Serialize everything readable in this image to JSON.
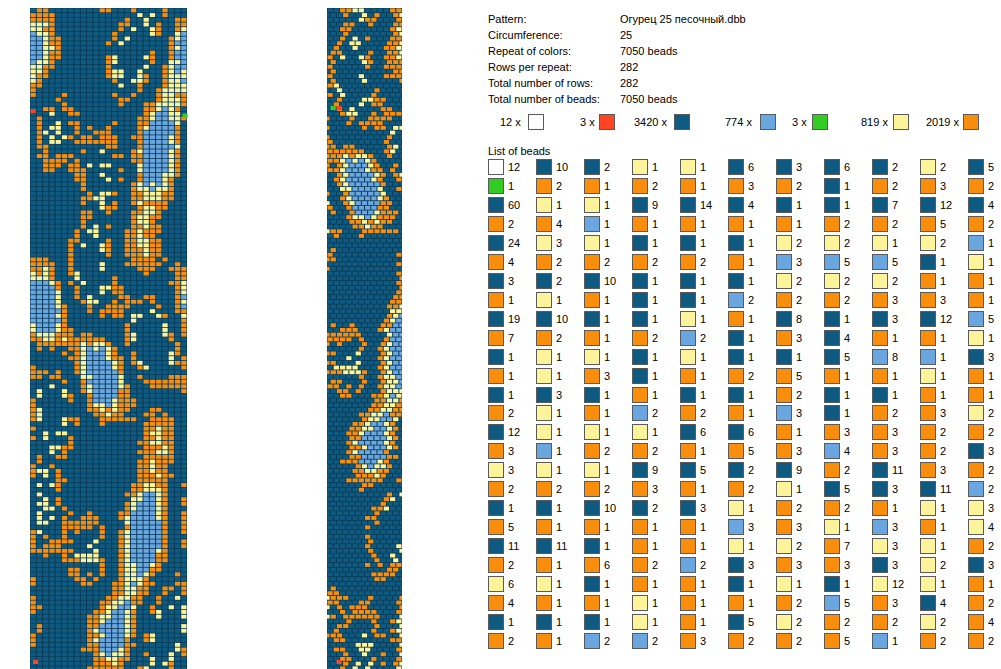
{
  "diagram": {
    "labels": [
      "Pattern:",
      "Огурец 25 песочный.dbb",
      "Circumference:",
      "25",
      "Repeat of colors:",
      "7050 beads",
      "Rows per repeat:",
      "282",
      "Total number of rows:",
      "282",
      "Total number of beads:",
      "7050 beads",
      "List of beads"
    ],
    "legend": [
      {
        "text": "12 x",
        "color": "#ffffff"
      },
      {
        "text": "3 x",
        "color": "#ff4422"
      },
      {
        "text": "3420 x",
        "color": "#0e5a80"
      },
      {
        "text": "774 x",
        "color": "#6aa6e0"
      },
      {
        "text": "3 x",
        "color": "#33cc22"
      },
      {
        "text": "819 x",
        "color": "#fdf39a"
      },
      {
        "text": "2019 x",
        "color": "#f98e0c"
      },
      {
        "text": "12",
        "color": "#ffffff"
      },
      {
        "text": "1",
        "color": "#33cc22"
      },
      {
        "text": "60",
        "color": "#0e5a80"
      },
      {
        "text": "2",
        "color": "#f98e0c"
      },
      {
        "text": "24",
        "color": "#0e5a80"
      },
      {
        "text": "4",
        "color": "#f98e0c"
      },
      {
        "text": "3",
        "color": "#0e5a80"
      },
      {
        "text": "1",
        "color": "#f98e0c"
      },
      {
        "text": "19",
        "color": "#0e5a80"
      },
      {
        "text": "7",
        "color": "#f98e0c"
      },
      {
        "text": "1",
        "color": "#0e5a80"
      },
      {
        "text": "1",
        "color": "#f98e0c"
      },
      {
        "text": "1",
        "color": "#0e5a80"
      },
      {
        "text": "2",
        "color": "#f98e0c"
      },
      {
        "text": "12",
        "color": "#0e5a80"
      },
      {
        "text": "3",
        "color": "#f98e0c"
      },
      {
        "text": "3",
        "color": "#fdf39a"
      },
      {
        "text": "2",
        "color": "#f98e0c"
      },
      {
        "text": "1",
        "color": "#0e5a80"
      },
      {
        "text": "5",
        "color": "#f98e0c"
      },
      {
        "text": "11",
        "color": "#0e5a80"
      },
      {
        "text": "2",
        "color": "#f98e0c"
      },
      {
        "text": "6",
        "color": "#fdf39a"
      },
      {
        "text": "4",
        "color": "#f98e0c"
      },
      {
        "text": "1",
        "color": "#0e5a80"
      },
      {
        "text": "2",
        "color": "#f98e0c"
      },
      {
        "text": "10",
        "color": "#0e5a80"
      },
      {
        "text": "2",
        "color": "#f98e0c"
      },
      {
        "text": "1",
        "color": "#fdf39a"
      },
      {
        "text": "4",
        "color": "#f98e0c"
      },
      {
        "text": "3",
        "color": "#fdf39a"
      },
      {
        "text": "2",
        "color": "#f98e0c"
      },
      {
        "text": "2",
        "color": "#0e5a80"
      },
      {
        "text": "1",
        "color": "#fdf39a"
      },
      {
        "text": "10",
        "color": "#0e5a80"
      },
      {
        "text": "2",
        "color": "#f98e0c"
      },
      {
        "text": "1",
        "color": "#fdf39a"
      },
      {
        "text": "1",
        "color": "#fdf39a"
      },
      {
        "text": "3",
        "color": "#0e5a80"
      },
      {
        "text": "1",
        "color": "#fdf39a"
      },
      {
        "text": "1",
        "color": "#fdf39a"
      },
      {
        "text": "1",
        "color": "#6aa6e0"
      },
      {
        "text": "1",
        "color": "#fdf39a"
      },
      {
        "text": "2",
        "color": "#f98e0c"
      },
      {
        "text": "1",
        "color": "#0e5a80"
      },
      {
        "text": "1",
        "color": "#f98e0c"
      },
      {
        "text": "11",
        "color": "#0e5a80"
      },
      {
        "text": "1",
        "color": "#f98e0c"
      },
      {
        "text": "1",
        "color": "#fdf39a"
      },
      {
        "text": "1",
        "color": "#f98e0c"
      },
      {
        "text": "1",
        "color": "#0e5a80"
      },
      {
        "text": "1",
        "color": "#f98e0c"
      },
      {
        "text": "2",
        "color": "#0e5a80"
      },
      {
        "text": "1",
        "color": "#f98e0c"
      },
      {
        "text": "1",
        "color": "#fdf39a"
      },
      {
        "text": "1",
        "color": "#6aa6e0"
      },
      {
        "text": "1",
        "color": "#fdf39a"
      },
      {
        "text": "2",
        "color": "#f98e0c"
      },
      {
        "text": "10",
        "color": "#0e5a80"
      },
      {
        "text": "1",
        "color": "#f98e0c"
      },
      {
        "text": "1",
        "color": "#0e5a80"
      },
      {
        "text": "1",
        "color": "#f98e0c"
      },
      {
        "text": "1",
        "color": "#fdf39a"
      },
      {
        "text": "3",
        "color": "#f98e0c"
      },
      {
        "text": "1",
        "color": "#0e5a80"
      },
      {
        "text": "1",
        "color": "#f98e0c"
      },
      {
        "text": "1",
        "color": "#fdf39a"
      },
      {
        "text": "2",
        "color": "#f98e0c"
      },
      {
        "text": "1",
        "color": "#fdf39a"
      },
      {
        "text": "2",
        "color": "#f98e0c"
      },
      {
        "text": "10",
        "color": "#0e5a80"
      },
      {
        "text": "1",
        "color": "#f98e0c"
      },
      {
        "text": "1",
        "color": "#0e5a80"
      },
      {
        "text": "6",
        "color": "#f98e0c"
      },
      {
        "text": "1",
        "color": "#0e5a80"
      },
      {
        "text": "1",
        "color": "#f98e0c"
      },
      {
        "text": "1",
        "color": "#0e5a80"
      },
      {
        "text": "2",
        "color": "#6aa6e0"
      },
      {
        "text": "1",
        "color": "#fdf39a"
      },
      {
        "text": "2",
        "color": "#f98e0c"
      },
      {
        "text": "9",
        "color": "#0e5a80"
      },
      {
        "text": "1",
        "color": "#f98e0c"
      },
      {
        "text": "1",
        "color": "#0e5a80"
      },
      {
        "text": "2",
        "color": "#f98e0c"
      },
      {
        "text": "1",
        "color": "#0e5a80"
      },
      {
        "text": "1",
        "color": "#0e5a80"
      },
      {
        "text": "1",
        "color": "#0e5a80"
      },
      {
        "text": "2",
        "color": "#f98e0c"
      },
      {
        "text": "1",
        "color": "#0e5a80"
      },
      {
        "text": "1",
        "color": "#0e5a80"
      },
      {
        "text": "1",
        "color": "#f98e0c"
      },
      {
        "text": "2",
        "color": "#6aa6e0"
      },
      {
        "text": "1",
        "color": "#fdf39a"
      },
      {
        "text": "2",
        "color": "#f98e0c"
      },
      {
        "text": "9",
        "color": "#0e5a80"
      },
      {
        "text": "3",
        "color": "#f98e0c"
      },
      {
        "text": "2",
        "color": "#0e5a80"
      },
      {
        "text": "1",
        "color": "#f98e0c"
      },
      {
        "text": "1",
        "color": "#f98e0c"
      },
      {
        "text": "2",
        "color": "#f98e0c"
      },
      {
        "text": "1",
        "color": "#f98e0c"
      },
      {
        "text": "1",
        "color": "#fdf39a"
      },
      {
        "text": "1",
        "color": "#fdf39a"
      },
      {
        "text": "2",
        "color": "#6aa6e0"
      },
      {
        "text": "1",
        "color": "#fdf39a"
      },
      {
        "text": "1",
        "color": "#f98e0c"
      },
      {
        "text": "14",
        "color": "#0e5a80"
      },
      {
        "text": "1",
        "color": "#f98e0c"
      },
      {
        "text": "1",
        "color": "#0e5a80"
      },
      {
        "text": "2",
        "color": "#f98e0c"
      },
      {
        "text": "1",
        "color": "#0e5a80"
      },
      {
        "text": "1",
        "color": "#0e5a80"
      },
      {
        "text": "1",
        "color": "#fdf39a"
      },
      {
        "text": "2",
        "color": "#6aa6e0"
      },
      {
        "text": "1",
        "color": "#fdf39a"
      },
      {
        "text": "1",
        "color": "#f98e0c"
      },
      {
        "text": "1",
        "color": "#0e5a80"
      },
      {
        "text": "2",
        "color": "#f98e0c"
      },
      {
        "text": "6",
        "color": "#0e5a80"
      },
      {
        "text": "1",
        "color": "#f98e0c"
      },
      {
        "text": "5",
        "color": "#0e5a80"
      },
      {
        "text": "1",
        "color": "#f98e0c"
      },
      {
        "text": "3",
        "color": "#0e5a80"
      },
      {
        "text": "1",
        "color": "#f98e0c"
      },
      {
        "text": "1",
        "color": "#f98e0c"
      },
      {
        "text": "2",
        "color": "#6aa6e0"
      },
      {
        "text": "1",
        "color": "#f98e0c"
      },
      {
        "text": "1",
        "color": "#f98e0c"
      },
      {
        "text": "1",
        "color": "#f98e0c"
      },
      {
        "text": "3",
        "color": "#f98e0c"
      },
      {
        "text": "6",
        "color": "#0e5a80"
      },
      {
        "text": "3",
        "color": "#f98e0c"
      },
      {
        "text": "4",
        "color": "#0e5a80"
      },
      {
        "text": "1",
        "color": "#f98e0c"
      },
      {
        "text": "1",
        "color": "#0e5a80"
      },
      {
        "text": "1",
        "color": "#f98e0c"
      },
      {
        "text": "1",
        "color": "#0e5a80"
      },
      {
        "text": "2",
        "color": "#6aa6e0"
      },
      {
        "text": "1",
        "color": "#f98e0c"
      },
      {
        "text": "1",
        "color": "#0e5a80"
      },
      {
        "text": "1",
        "color": "#0e5a80"
      },
      {
        "text": "2",
        "color": "#f98e0c"
      },
      {
        "text": "1",
        "color": "#0e5a80"
      },
      {
        "text": "1",
        "color": "#f98e0c"
      },
      {
        "text": "6",
        "color": "#0e5a80"
      },
      {
        "text": "5",
        "color": "#f98e0c"
      },
      {
        "text": "2",
        "color": "#0e5a80"
      },
      {
        "text": "2",
        "color": "#f98e0c"
      },
      {
        "text": "1",
        "color": "#fdf39a"
      },
      {
        "text": "3",
        "color": "#6aa6e0"
      },
      {
        "text": "1",
        "color": "#fdf39a"
      },
      {
        "text": "3",
        "color": "#0e5a80"
      },
      {
        "text": "1",
        "color": "#0e5a80"
      },
      {
        "text": "1",
        "color": "#f98e0c"
      },
      {
        "text": "5",
        "color": "#0e5a80"
      },
      {
        "text": "2",
        "color": "#f98e0c"
      },
      {
        "text": "3",
        "color": "#0e5a80"
      },
      {
        "text": "2",
        "color": "#f98e0c"
      },
      {
        "text": "1",
        "color": "#0e5a80"
      },
      {
        "text": "1",
        "color": "#f98e0c"
      },
      {
        "text": "2",
        "color": "#fdf39a"
      },
      {
        "text": "3",
        "color": "#6aa6e0"
      },
      {
        "text": "2",
        "color": "#fdf39a"
      },
      {
        "text": "2",
        "color": "#f98e0c"
      },
      {
        "text": "8",
        "color": "#0e5a80"
      },
      {
        "text": "3",
        "color": "#f98e0c"
      },
      {
        "text": "1",
        "color": "#0e5a80"
      },
      {
        "text": "5",
        "color": "#f98e0c"
      },
      {
        "text": "2",
        "color": "#f98e0c"
      },
      {
        "text": "3",
        "color": "#6aa6e0"
      },
      {
        "text": "1",
        "color": "#f98e0c"
      },
      {
        "text": "3",
        "color": "#f98e0c"
      },
      {
        "text": "9",
        "color": "#0e5a80"
      },
      {
        "text": "1",
        "color": "#fdf39a"
      },
      {
        "text": "2",
        "color": "#f98e0c"
      },
      {
        "text": "3",
        "color": "#f98e0c"
      },
      {
        "text": "2",
        "color": "#fdf39a"
      },
      {
        "text": "3",
        "color": "#f98e0c"
      },
      {
        "text": "1",
        "color": "#fdf39a"
      },
      {
        "text": "2",
        "color": "#f98e0c"
      },
      {
        "text": "2",
        "color": "#fdf39a"
      },
      {
        "text": "2",
        "color": "#f98e0c"
      },
      {
        "text": "6",
        "color": "#0e5a80"
      },
      {
        "text": "1",
        "color": "#0e5a80"
      },
      {
        "text": "1",
        "color": "#0e5a80"
      },
      {
        "text": "2",
        "color": "#f98e0c"
      },
      {
        "text": "2",
        "color": "#fdf39a"
      },
      {
        "text": "5",
        "color": "#6aa6e0"
      },
      {
        "text": "2",
        "color": "#fdf39a"
      },
      {
        "text": "2",
        "color": "#f98e0c"
      },
      {
        "text": "1",
        "color": "#0e5a80"
      },
      {
        "text": "4",
        "color": "#0e5a80"
      },
      {
        "text": "5",
        "color": "#0e5a80"
      },
      {
        "text": "1",
        "color": "#f98e0c"
      },
      {
        "text": "1",
        "color": "#0e5a80"
      },
      {
        "text": "1",
        "color": "#0e5a80"
      },
      {
        "text": "3",
        "color": "#f98e0c"
      },
      {
        "text": "4",
        "color": "#6aa6e0"
      },
      {
        "text": "2",
        "color": "#f98e0c"
      },
      {
        "text": "5",
        "color": "#0e5a80"
      },
      {
        "text": "2",
        "color": "#f98e0c"
      },
      {
        "text": "1",
        "color": "#fdf39a"
      },
      {
        "text": "7",
        "color": "#f98e0c"
      },
      {
        "text": "3",
        "color": "#f98e0c"
      },
      {
        "text": "1",
        "color": "#0e5a80"
      },
      {
        "text": "5",
        "color": "#6aa6e0"
      },
      {
        "text": "2",
        "color": "#f98e0c"
      },
      {
        "text": "5",
        "color": "#f98e0c"
      },
      {
        "text": "2",
        "color": "#0e5a80"
      },
      {
        "text": "2",
        "color": "#f98e0c"
      },
      {
        "text": "7",
        "color": "#0e5a80"
      },
      {
        "text": "2",
        "color": "#f98e0c"
      },
      {
        "text": "1",
        "color": "#fdf39a"
      },
      {
        "text": "5",
        "color": "#6aa6e0"
      },
      {
        "text": "2",
        "color": "#fdf39a"
      },
      {
        "text": "3",
        "color": "#f98e0c"
      },
      {
        "text": "3",
        "color": "#0e5a80"
      },
      {
        "text": "1",
        "color": "#f98e0c"
      },
      {
        "text": "8",
        "color": "#6aa6e0"
      },
      {
        "text": "1",
        "color": "#f98e0c"
      },
      {
        "text": "1",
        "color": "#0e5a80"
      },
      {
        "text": "2",
        "color": "#f98e0c"
      },
      {
        "text": "3",
        "color": "#f98e0c"
      },
      {
        "text": "3",
        "color": "#f98e0c"
      },
      {
        "text": "11",
        "color": "#0e5a80"
      },
      {
        "text": "3",
        "color": "#0e5a80"
      },
      {
        "text": "1",
        "color": "#f98e0c"
      },
      {
        "text": "3",
        "color": "#6aa6e0"
      },
      {
        "text": "3",
        "color": "#fdf39a"
      },
      {
        "text": "3",
        "color": "#0e5a80"
      },
      {
        "text": "12",
        "color": "#fdf39a"
      },
      {
        "text": "3",
        "color": "#f98e0c"
      },
      {
        "text": "2",
        "color": "#f98e0c"
      },
      {
        "text": "1",
        "color": "#6aa6e0"
      },
      {
        "text": "2",
        "color": "#fdf39a"
      },
      {
        "text": "3",
        "color": "#f98e0c"
      },
      {
        "text": "12",
        "color": "#0e5a80"
      },
      {
        "text": "5",
        "color": "#f98e0c"
      },
      {
        "text": "2",
        "color": "#fdf39a"
      },
      {
        "text": "1",
        "color": "#0e5a80"
      },
      {
        "text": "1",
        "color": "#f98e0c"
      },
      {
        "text": "3",
        "color": "#f98e0c"
      },
      {
        "text": "12",
        "color": "#0e5a80"
      },
      {
        "text": "1",
        "color": "#f98e0c"
      },
      {
        "text": "1",
        "color": "#6aa6e0"
      },
      {
        "text": "1",
        "color": "#fdf39a"
      },
      {
        "text": "1",
        "color": "#f98e0c"
      },
      {
        "text": "3",
        "color": "#f98e0c"
      },
      {
        "text": "2",
        "color": "#f98e0c"
      },
      {
        "text": "2",
        "color": "#f98e0c"
      },
      {
        "text": "3",
        "color": "#f98e0c"
      },
      {
        "text": "11",
        "color": "#0e5a80"
      },
      {
        "text": "1",
        "color": "#fdf39a"
      },
      {
        "text": "1",
        "color": "#f98e0c"
      },
      {
        "text": "1",
        "color": "#fdf39a"
      },
      {
        "text": "2",
        "color": "#fdf39a"
      },
      {
        "text": "1",
        "color": "#fdf39a"
      },
      {
        "text": "4",
        "color": "#0e5a80"
      },
      {
        "text": "2",
        "color": "#fdf39a"
      },
      {
        "text": "2",
        "color": "#f98e0c"
      },
      {
        "text": "5",
        "color": "#0e5a80"
      },
      {
        "text": "2",
        "color": "#f98e0c"
      },
      {
        "text": "4",
        "color": "#0e5a80"
      },
      {
        "text": "2",
        "color": "#f98e0c"
      },
      {
        "text": "1",
        "color": "#6aa6e0"
      },
      {
        "text": "1",
        "color": "#fdf39a"
      },
      {
        "text": "1",
        "color": "#f98e0c"
      },
      {
        "text": "1",
        "color": "#f98e0c"
      },
      {
        "text": "5",
        "color": "#6aa6e0"
      },
      {
        "text": "1",
        "color": "#fdf39a"
      },
      {
        "text": "3",
        "color": "#0e5a80"
      },
      {
        "text": "1",
        "color": "#f98e0c"
      },
      {
        "text": "1",
        "color": "#f98e0c"
      },
      {
        "text": "2",
        "color": "#fdf39a"
      },
      {
        "text": "2",
        "color": "#f98e0c"
      },
      {
        "text": "3",
        "color": "#0e5a80"
      },
      {
        "text": "2",
        "color": "#f98e0c"
      },
      {
        "text": "2",
        "color": "#6aa6e0"
      },
      {
        "text": "3",
        "color": "#fdf39a"
      },
      {
        "text": "4",
        "color": "#fdf39a"
      },
      {
        "text": "2",
        "color": "#f98e0c"
      },
      {
        "text": "3",
        "color": "#0e5a80"
      },
      {
        "text": "1",
        "color": "#f98e0c"
      },
      {
        "text": "2",
        "color": "#f98e0c"
      },
      {
        "text": "4",
        "color": "#f98e0c"
      },
      {
        "text": "2",
        "color": "#f98e0c"
      }
    ]
  }
}
